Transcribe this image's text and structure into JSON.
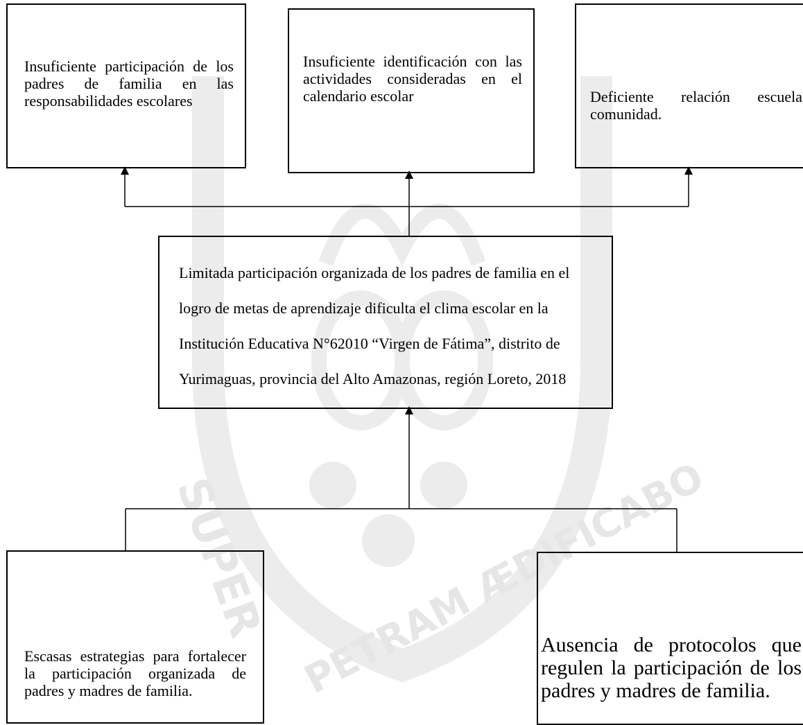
{
  "diagram": {
    "effects": [
      "Insuficiente participación de los padres de familia en las responsabilidades escolares",
      "Insuficiente identificación con las actividades consideradas en el calendario escolar",
      "Deficiente relación escuela comunidad."
    ],
    "central_problem": [
      "Limitada participación organizada de los padres de familia en el",
      "logro de metas de aprendizaje dificulta el clima escolar en la",
      "Institución Educativa N°62010 “Virgen de Fátima”, distrito de",
      "Yurimaguas, provincia del Alto Amazonas, región Loreto, 2018"
    ],
    "causes": [
      "Escasas estrategias para fortalecer la participación organizada de padres y madres de familia.",
      "Ausencia de protocolos que regulen la participación de los padres y madres de familia."
    ],
    "watermark": {
      "text_left": "SUPER",
      "text_bottom": "PETRAM ÆDIFICABO",
      "color": "#e6e6e6"
    }
  }
}
